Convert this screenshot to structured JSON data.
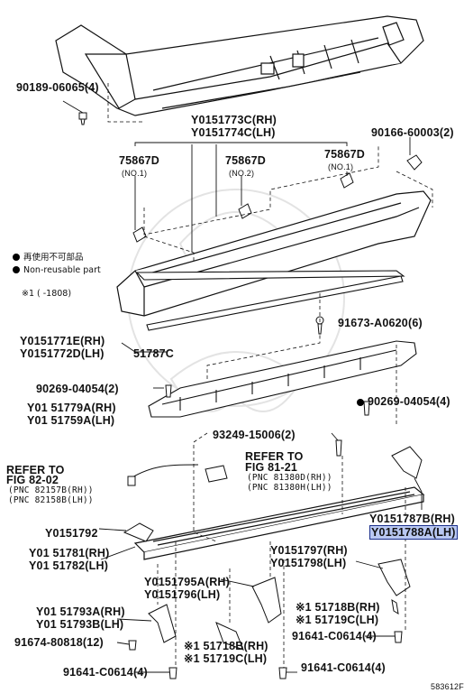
{
  "legend": {
    "nonreusable_jp": "再使用不可部品",
    "nonreusable_en": "Non-reusable part",
    "note": "※1 (    -1808)"
  },
  "parts": {
    "p90189": "90189-06065(4)",
    "y773c": "Y0151773C(RH)",
    "y774c": "Y0151774C(LH)",
    "p90166": "90166-60003(2)",
    "c75867a": "75867D",
    "c75867a_sub": "(NO.1)",
    "c75867b": "75867D",
    "c75867b_sub": "(NO.2)",
    "c75867c": "75867D",
    "c75867c_sub": "(NO.1)",
    "p91673": "91673-A0620(6)",
    "y771e": "Y0151771E(RH)",
    "y772d": "Y0151772D(LH)",
    "p51787c": "51787C",
    "p90269a": "90269-04054(2)",
    "y779a": "Y01 51779A(RH)",
    "y759a": "Y01 51759A(LH)",
    "p90269b": "90269-04054(4)",
    "p93249": "93249-15006(2)",
    "refer1_a": "REFER TO",
    "refer1_b": "FIG 82-02",
    "refer1_c": "(PNC 82157B(RH))",
    "refer1_d": "(PNC 82158B(LH))",
    "refer2_a": "REFER TO",
    "refer2_b": "FIG 81-21",
    "refer2_c": "(PNC 81380D(RH))",
    "refer2_d": "(PNC 81380H(LH))",
    "y787b": "Y0151787B(RH)",
    "y788a": "Y0151788A(LH)",
    "y792": "Y0151792",
    "y781": "Y01 51781(RH)",
    "y782": "Y01 51782(LH)",
    "y797": "Y0151797(RH)",
    "y798": "Y0151798(LH)",
    "y795a": "Y0151795A(RH)",
    "y796": "Y0151796(LH)",
    "y793a": "Y01 51793A(RH)",
    "y793b": "Y01 51793B(LH)",
    "p718b_r": "※1 51718B(RH)",
    "p719c_r": "※1 51719C(LH)",
    "p91674": "91674-80818(12)",
    "p718b_l": "※1 51718B(RH)",
    "p719c_l": "※1 51719C(LH)",
    "p91641a": "91641-C0614(4)",
    "p91641b": "91641-C0614(4)",
    "p91641c": "91641-C0614(4)",
    "code": "583612F"
  }
}
